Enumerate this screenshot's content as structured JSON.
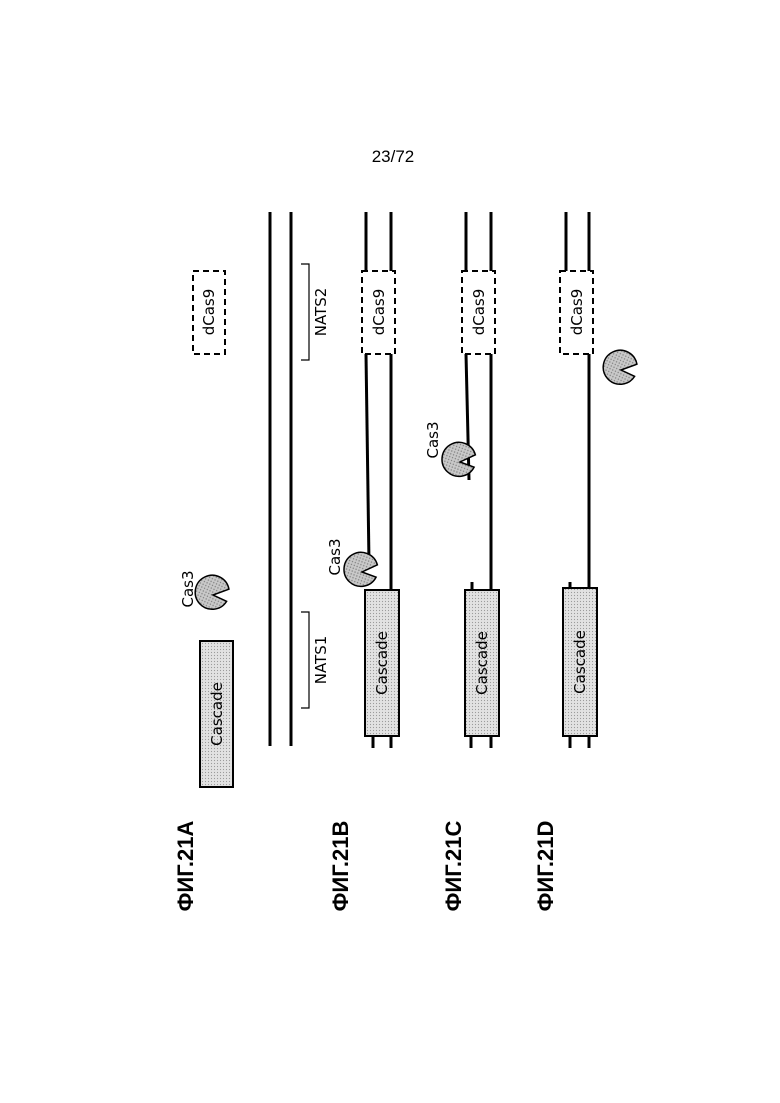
{
  "page_number": "23/72",
  "labels": {
    "cascade": "Cascade",
    "cas3": "Cas3",
    "dcas9": "dCas9",
    "nats1": "NATS1",
    "nats2": "NATS2"
  },
  "figures": [
    {
      "id": "a",
      "label": "ФИГ.21А"
    },
    {
      "id": "b",
      "label": "ФИГ.21В"
    },
    {
      "id": "c",
      "label": "ФИГ.21С"
    },
    {
      "id": "d",
      "label": "ФИГ.21D"
    }
  ],
  "colors": {
    "line": "#000000",
    "cascade_fill": "#dcdcdc",
    "cas3_fill": "#c8c8c8"
  }
}
